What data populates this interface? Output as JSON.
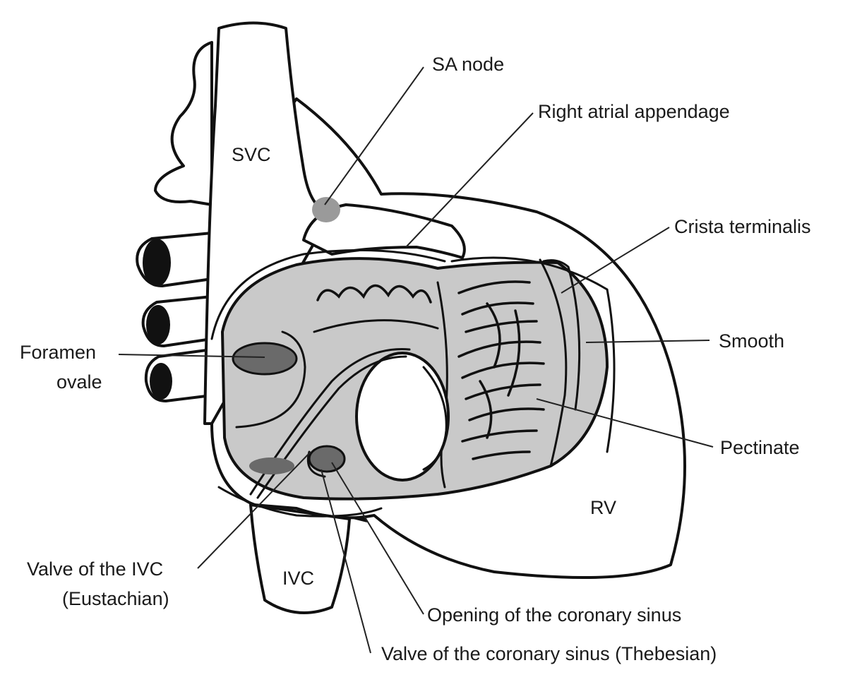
{
  "labels": {
    "svc": "SVC",
    "ivc": "IVC",
    "rv": "RV",
    "sa_node": "SA node",
    "right_atrial_appendage": "Right atrial appendage",
    "crista_terminalis": "Crista terminalis",
    "foramen_ovale_line1": "Foramen",
    "foramen_ovale_line2": "ovale",
    "smooth": "Smooth",
    "pectinate": "Pectinate",
    "valve_ivc_line1": "Valve of the IVC",
    "valve_ivc_line2": "(Eustachian)",
    "opening_coronary_sinus": "Opening of the coronary sinus",
    "valve_coronary_sinus": "Valve of the coronary sinus (Thebesian)"
  },
  "colors": {
    "atrium_fill": "#c9c9c9",
    "dark_fill": "#666666",
    "line": "#111111"
  }
}
